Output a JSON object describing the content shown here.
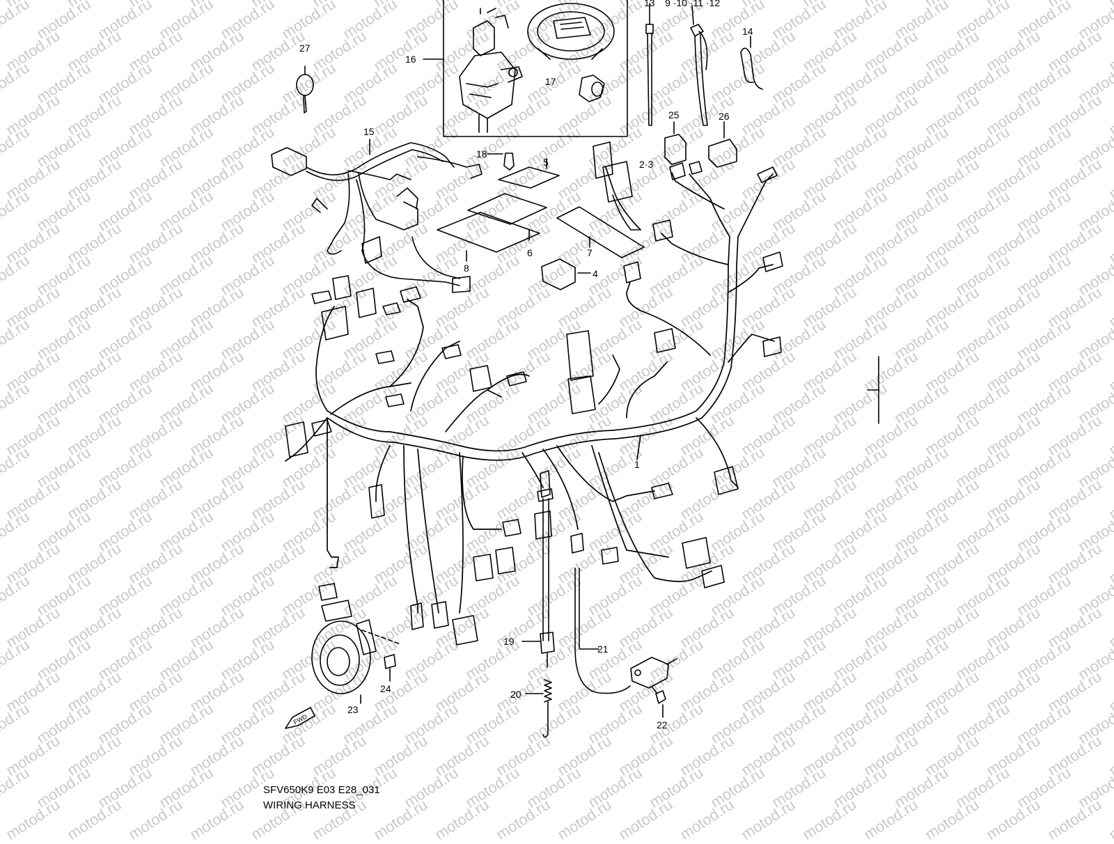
{
  "diagram": {
    "watermark": "motod.ru",
    "code": "SFV650K9 E03 E28_031",
    "title": "WIRING HARNESS",
    "fwd_label": "FWD",
    "callouts": [
      {
        "id": "c1",
        "label": "1"
      },
      {
        "id": "c2",
        "label": "2·3"
      },
      {
        "id": "c4",
        "label": "4"
      },
      {
        "id": "c5",
        "label": "5"
      },
      {
        "id": "c6",
        "label": "6"
      },
      {
        "id": "c7",
        "label": "7"
      },
      {
        "id": "c8",
        "label": "8"
      },
      {
        "id": "c9",
        "label": "9 ·10 ·11 ·12"
      },
      {
        "id": "c13",
        "label": "13"
      },
      {
        "id": "c14",
        "label": "14"
      },
      {
        "id": "c15",
        "label": "15"
      },
      {
        "id": "c16",
        "label": "16"
      },
      {
        "id": "c17",
        "label": "17"
      },
      {
        "id": "c18",
        "label": "18"
      },
      {
        "id": "c19",
        "label": "19"
      },
      {
        "id": "c20",
        "label": "20"
      },
      {
        "id": "c21",
        "label": "21"
      },
      {
        "id": "c22",
        "label": "22"
      },
      {
        "id": "c23",
        "label": "23"
      },
      {
        "id": "c24",
        "label": "24"
      },
      {
        "id": "c25",
        "label": "25"
      },
      {
        "id": "c26",
        "label": "26"
      },
      {
        "id": "c27",
        "label": "27"
      }
    ]
  }
}
